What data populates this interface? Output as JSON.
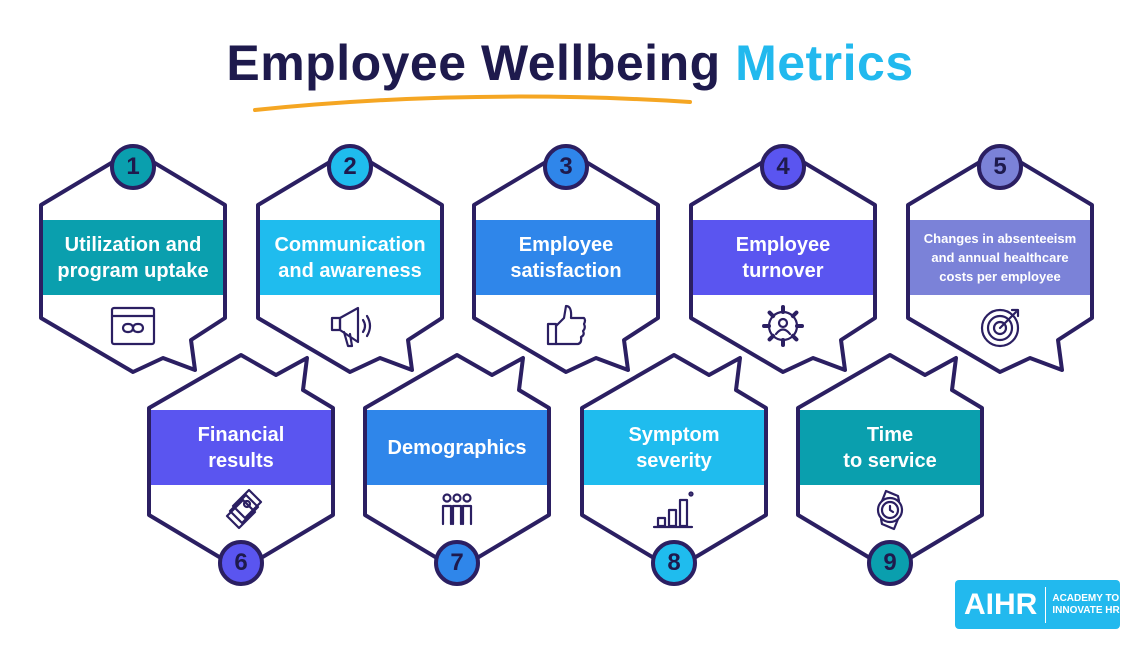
{
  "title": {
    "main": "Employee Wellbeing",
    "accent": "Metrics"
  },
  "colors": {
    "outline": "#2b1f62",
    "underline": "#f5a623",
    "title": "#1e1a4d",
    "accent": "#22b9ee"
  },
  "metrics": [
    {
      "number": "1",
      "label": "Utilization and\nprogram uptake",
      "color": "#0a9fae",
      "icon": "browser-link-icon",
      "row": "top"
    },
    {
      "number": "2",
      "label": "Communication\nand awareness",
      "color": "#1fbcee",
      "icon": "megaphone-icon",
      "row": "top"
    },
    {
      "number": "3",
      "label": "Employee\nsatisfaction",
      "color": "#2f86ea",
      "icon": "thumbs-up-icon",
      "row": "top"
    },
    {
      "number": "4",
      "label": "Employee\nturnover",
      "color": "#5a55f0",
      "icon": "gear-person-icon",
      "row": "top"
    },
    {
      "number": "5",
      "label": "Changes in absenteeism\nand annual healthcare\ncosts per employee",
      "color": "#7b82d8",
      "icon": "target-icon",
      "row": "top",
      "small": true
    },
    {
      "number": "6",
      "label": "Financial\nresults",
      "color": "#5a55f0",
      "icon": "money-stack-icon",
      "row": "bottom"
    },
    {
      "number": "7",
      "label": "Demographics",
      "color": "#2f86ea",
      "icon": "people-group-icon",
      "row": "bottom"
    },
    {
      "number": "8",
      "label": "Symptom\nseverity",
      "color": "#1fbcee",
      "icon": "bar-chart-icon",
      "row": "bottom"
    },
    {
      "number": "9",
      "label": "Time\nto service",
      "color": "#0a9fae",
      "icon": "watch-icon",
      "row": "bottom"
    }
  ],
  "logo": {
    "mark": "AIHR",
    "text": "ACADEMY TO\nINNOVATE HR"
  }
}
